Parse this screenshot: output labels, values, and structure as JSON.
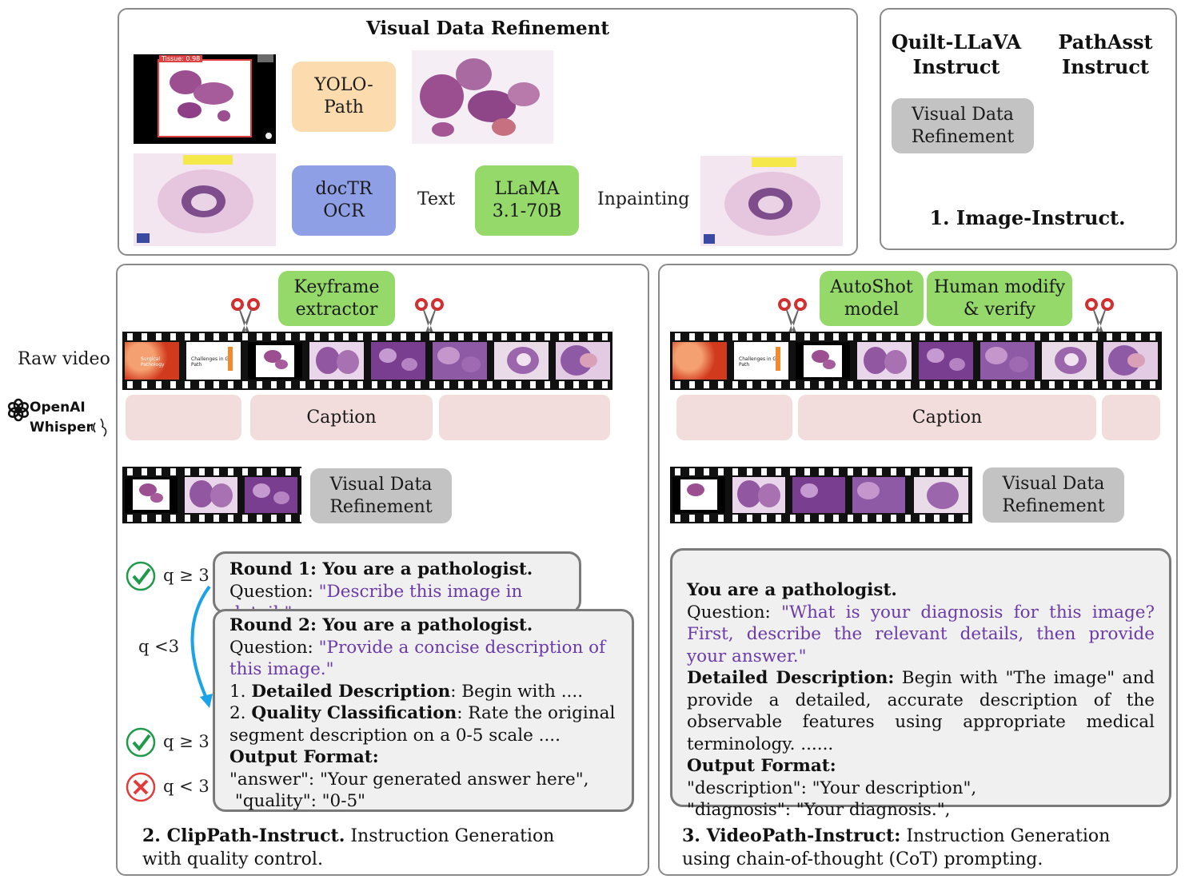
{
  "visual_refinement": {
    "title": "Visual Data Refinement",
    "yolo_label": "YOLO-\nPath",
    "ocr_label": "docTR\nOCR",
    "text_label": "Text",
    "llama_label": "LLaMA\n3.1-70B",
    "inpainting_label": "Inpainting",
    "slide_badge": "Tissue: 0.98"
  },
  "image_instruct": {
    "quilt_title": "Quilt-LLaVA\nInstruct",
    "pathasst_title": "PathAsst\nInstruct",
    "refine_box": "Visual Data\nRefinement",
    "caption": "1. Image-Instruct."
  },
  "left_side": {
    "raw_video": "Raw video",
    "whisper_brand": "OpenAI\nWhisper"
  },
  "clippath": {
    "keyframe_box": "Keyframe\nextractor",
    "caption_bar": "Caption",
    "refine_box": "Visual Data\nRefinement",
    "q_top": "q ≥ 3",
    "q_mid": "q <3",
    "q_good": "q ≥ 3",
    "q_bad": "q < 3",
    "round1_title": "Round 1: You are a pathologist.",
    "round1_q_label": "Question: ",
    "round1_q": "\"Describe this image in detail.\"",
    "round2_title": "Round 2: You are a pathologist.",
    "round2_q_label": "Question: ",
    "round2_q": "\"Provide a concise description of this image.\"",
    "item1_num": "1. ",
    "item1_bold": "Detailed Description",
    "item1_rest": ": Begin with ....",
    "item2_num": "2. ",
    "item2_bold": "Quality Classification",
    "item2_rest": ": Rate the original segment description on a 0-5 scale ....",
    "output_title": "Output Format:",
    "output_line1": "\"answer\": \"Your generated answer here\",",
    "output_line2": " \"quality\": \"0-5\"",
    "caption_bold": "2. ClipPath-Instruct.",
    "caption_rest": " Instruction Generation with quality control."
  },
  "videopath": {
    "autoshot_box": "AutoShot\nmodel",
    "human_box": "Human modify\n& verify",
    "caption_bar": "Caption",
    "refine_box": "Visual Data\nRefinement",
    "prompt_title": "You are a pathologist.",
    "q_label": "Question: ",
    "q_text": "\"What is your diagnosis for this image? First, describe the relevant details, then provide your answer.\"",
    "detail_bold": "Detailed Description:",
    "detail_rest": " Begin with \"The image\" and provide a detailed, accurate description of the observable features using appropriate medical terminology. ......",
    "output_title": "Output Format:",
    "output_line1": "\"description\": \"Your description\",",
    "output_line2": "\"diagnosis\": \"Your diagnosis.\",",
    "caption_bold": "3. VideoPath-Instruct:",
    "caption_rest": " Instruction Generation using chain-of-thought (CoT) prompting."
  },
  "slide_frames": {
    "title_slide_text": "Challenges in GI Path",
    "intro_slide_text": "Surgical Pathology"
  },
  "colors": {
    "orange_box": "#fcdcae",
    "blue_box": "#8e9fe6",
    "green_box": "#95d96a",
    "gray_box": "#c3c3c3",
    "caption_pink": "#f2dcdc",
    "prompt_purple": "#6a3aa8",
    "check_green": "#1f9a4a",
    "cross_red": "#e03c3c",
    "arrow_blue": "#1aa3e8"
  }
}
